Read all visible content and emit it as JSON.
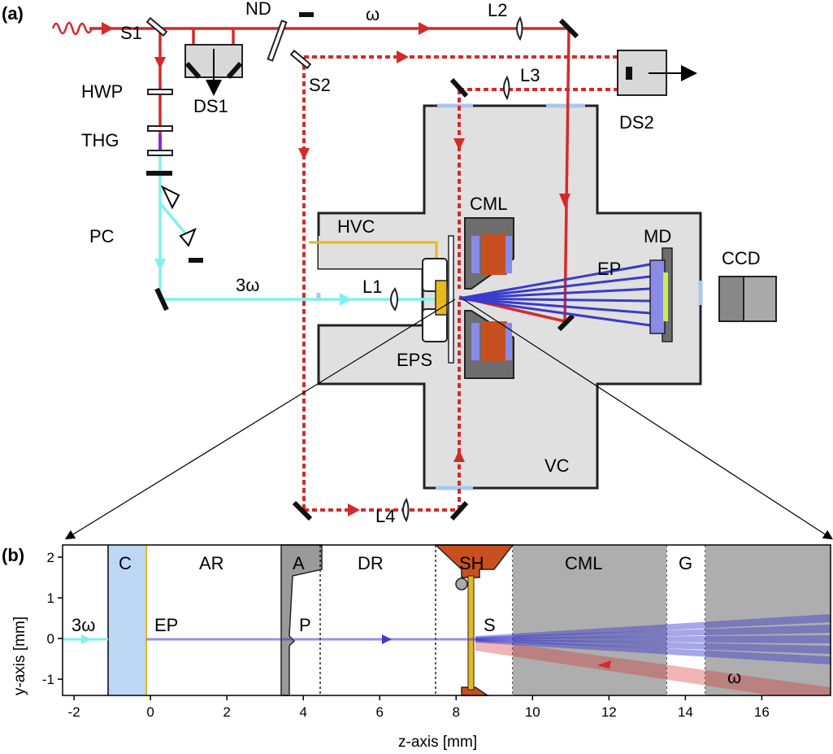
{
  "panel_a": {
    "tag": "(a)",
    "labels": {
      "s1": "S1",
      "nd": "ND",
      "omega": "ω",
      "l2": "L2",
      "hwp": "HWP",
      "ds1": "DS1",
      "s2": "S2",
      "l3": "L3",
      "ds2": "DS2",
      "thg": "THG",
      "cml": "CML",
      "pc": "PC",
      "hvc": "HVC",
      "md": "MD",
      "ccd": "CCD",
      "three_omega": "3ω",
      "l1": "L1",
      "ep": "EP",
      "eps": "EPS",
      "vc": "VC",
      "l4": "L4"
    }
  },
  "panel_b": {
    "tag": "(b)",
    "regions": {
      "c": "C",
      "ar": "AR",
      "a": "A",
      "dr": "DR",
      "sh": "SH",
      "cml": "CML",
      "g": "G",
      "three_omega": "3ω",
      "ep": "EP",
      "p": "P",
      "s": "S",
      "omega": "ω"
    },
    "x_axis": {
      "label": "z-axis [mm]",
      "ticks": [
        "-2",
        "0",
        "2",
        "4",
        "6",
        "8",
        "10",
        "12",
        "14",
        "16"
      ],
      "range": [
        -2.3,
        17.8
      ]
    },
    "y_axis": {
      "label": "y-axis [mm]",
      "ticks": [
        "2",
        "1",
        "0",
        "-1"
      ],
      "range": [
        -1.4,
        2.3
      ]
    },
    "colors": {
      "laser_red": "#d42a2a",
      "uv_cyan": "#7ff0f0",
      "electron_blue": "#3a3acc",
      "chamber_gray": "#e0e0e0",
      "dark_gray": "#6e6e6e",
      "copper": "#c8501e",
      "lens_blue": "#a8c8ec",
      "yellow": "#e8b820"
    }
  }
}
